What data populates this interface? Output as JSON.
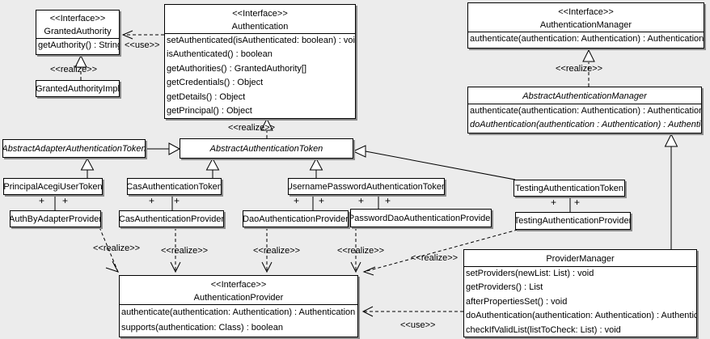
{
  "colors": {
    "background": "#ececec",
    "box_fill": "#ffffff",
    "line": "#000000",
    "shadow": "#8c8c8c"
  },
  "classes": {
    "granted_authority": {
      "stereotype": "<<Interface>>",
      "name": "GrantedAuthority",
      "methods": [
        "getAuthority() : String"
      ]
    },
    "granted_authority_impl": {
      "name": "GrantedAuthorityImpl"
    },
    "authentication": {
      "stereotype": "<<Interface>>",
      "name": "Authentication",
      "methods": [
        "setAuthenticated(isAuthenticated: boolean) : void",
        "isAuthenticated() : boolean",
        "getAuthorities() : GrantedAuthority[]",
        "getCredentials() : Object",
        "getDetails() : Object",
        "getPrincipal() : Object"
      ]
    },
    "authentication_manager": {
      "stereotype": "<<Interface>>",
      "name": "AuthenticationManager",
      "methods": [
        "authenticate(authentication: Authentication) : Authentication"
      ]
    },
    "abstract_authentication_manager": {
      "name": "AbstractAuthenticationManager",
      "methods": [
        "authenticate(authentication: Authentication) : Authentication",
        "doAuthentication(authentication : Authentication) : Authentication"
      ]
    },
    "abstract_adapter_authentication_token": {
      "name": "AbstractAdapterAuthenticationToken"
    },
    "abstract_authentication_token": {
      "name": "AbstractAuthenticationToken"
    },
    "principal_acegi_user_token": {
      "name": "PrincipalAcegiUserToken"
    },
    "cas_authentication_token": {
      "name": "CasAuthenticationToken"
    },
    "username_password_authentication_token": {
      "name": "UsernamePasswordAuthenticationToken"
    },
    "testing_authentication_token": {
      "name": "TestingAuthenticationToken"
    },
    "auth_by_adapter_provider": {
      "name": "AuthByAdapterProvider"
    },
    "cas_authentication_provider": {
      "name": "CasAuthenticationProvider"
    },
    "dao_authentication_provider": {
      "name": "DaoAuthenticationProvider"
    },
    "password_dao_authentication_provider": {
      "name": "PasswordDaoAuthenticationProvider"
    },
    "testing_authentication_provider": {
      "name": "TestingAuthenticationProvider"
    },
    "authentication_provider": {
      "stereotype": "<<Interface>>",
      "name": "AuthenticationProvider",
      "methods": [
        "authenticate(authentication: Authentication) : Authentication",
        "supports(authentication: Class) : boolean"
      ]
    },
    "provider_manager": {
      "name": "ProviderManager",
      "methods": [
        "setProviders(newList: List) : void",
        "getProviders() : List",
        "afterPropertiesSet() : void",
        "doAuthentication(authentication: Authentication) : Authentication",
        "checkIfValidList(listToCheck: List) : void"
      ]
    }
  },
  "labels": {
    "use_authentication_to_granted_authority": "<<use>>",
    "realize_granted_authority_impl": "<<realize>>",
    "realize_abstract_authentication_token": "<<realize>>",
    "realize_abstract_authentication_manager": "<<realize>>",
    "realize_auth_by_adapter_provider": "<<realize>>",
    "realize_cas_authentication_provider": "<<realize>>",
    "realize_dao_authentication_provider": "<<realize>>",
    "realize_password_dao_authentication_provider": "<<realize>>",
    "realize_testing_authentication_provider": "<<realize>>",
    "use_provider_manager": "<<use>>"
  },
  "multiplicity": {
    "plus": "+"
  }
}
